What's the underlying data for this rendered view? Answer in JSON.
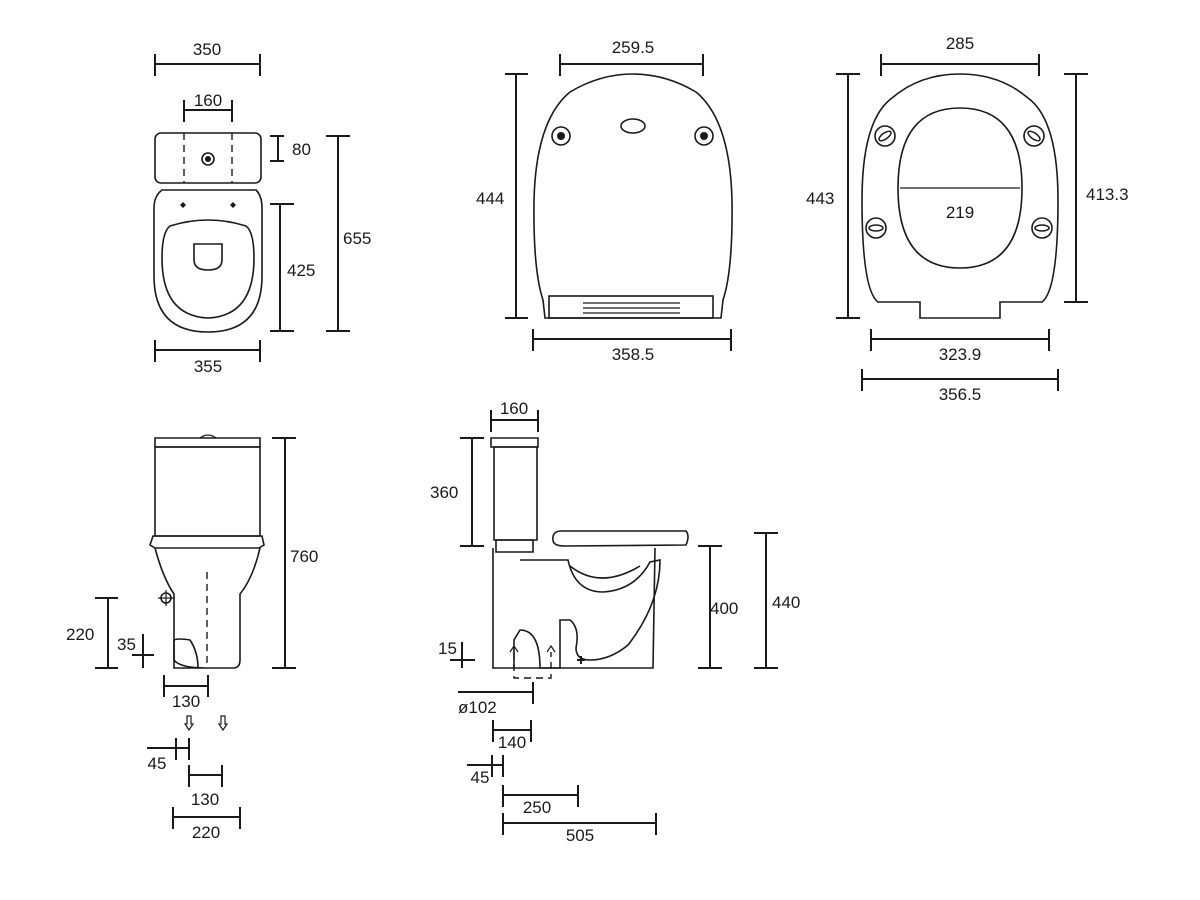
{
  "drawing": {
    "top_view_wc": {
      "width_top": "350",
      "cistern_center": "160",
      "cistern_depth": "80",
      "pan_length": "425",
      "overall_length": "655",
      "width_bottom": "355"
    },
    "seat_lid": {
      "hinge_spacing": "259.5",
      "height": "444",
      "width": "358.5"
    },
    "seat_ring": {
      "top_width": "285",
      "height": "443",
      "inner_width": "219",
      "side_height": "413.3",
      "bottom_width": "323.9",
      "overall_width": "356.5"
    },
    "front_view": {
      "total_height": "760",
      "inlet_height": "220",
      "inlet_offset": "35",
      "base_width": "130",
      "fix_offset": "45",
      "fix_spacing": "130",
      "fix_width": "220"
    },
    "side_view": {
      "cistern_top": "160",
      "cistern_height": "360",
      "seat_height": "400",
      "seat_height_total": "440",
      "outlet_height": "15",
      "outlet_diameter": "ø102",
      "outlet_center": "140",
      "fix_offset": "45",
      "fix_distance": "250",
      "overall_depth": "505"
    }
  }
}
